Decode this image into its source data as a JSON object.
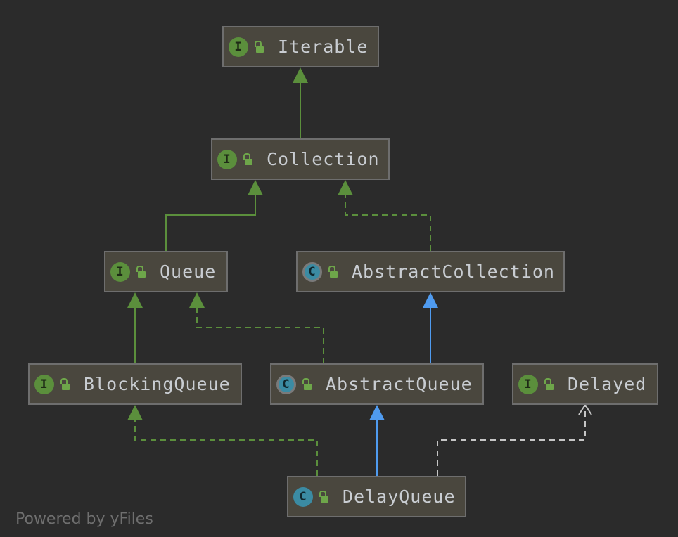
{
  "diagram": {
    "nodes": [
      {
        "id": "iterable",
        "label": "Iterable",
        "kind": "interface",
        "badge": "I"
      },
      {
        "id": "collection",
        "label": "Collection",
        "kind": "interface",
        "badge": "I"
      },
      {
        "id": "queue",
        "label": "Queue",
        "kind": "interface",
        "badge": "I"
      },
      {
        "id": "abstract-collection",
        "label": "AbstractCollection",
        "kind": "abstract-class",
        "badge": "C"
      },
      {
        "id": "blocking-queue",
        "label": "BlockingQueue",
        "kind": "interface",
        "badge": "I"
      },
      {
        "id": "abstract-queue",
        "label": "AbstractQueue",
        "kind": "abstract-class",
        "badge": "C"
      },
      {
        "id": "delayed",
        "label": "Delayed",
        "kind": "interface",
        "badge": "I"
      },
      {
        "id": "delay-queue",
        "label": "DelayQueue",
        "kind": "class",
        "badge": "C"
      }
    ],
    "edges": [
      {
        "from": "collection",
        "to": "iterable",
        "type": "extends-interface"
      },
      {
        "from": "queue",
        "to": "collection",
        "type": "extends-interface"
      },
      {
        "from": "abstract-collection",
        "to": "collection",
        "type": "implements"
      },
      {
        "from": "blocking-queue",
        "to": "queue",
        "type": "extends-interface"
      },
      {
        "from": "abstract-queue",
        "to": "queue",
        "type": "implements"
      },
      {
        "from": "abstract-queue",
        "to": "abstract-collection",
        "type": "extends-class"
      },
      {
        "from": "delay-queue",
        "to": "blocking-queue",
        "type": "implements"
      },
      {
        "from": "delay-queue",
        "to": "abstract-queue",
        "type": "extends-class"
      },
      {
        "from": "delay-queue",
        "to": "delayed",
        "type": "uses"
      }
    ],
    "colors": {
      "background": "#2b2b2b",
      "node_fill": "#4a473e",
      "node_border": "#6e6e6e",
      "interface_edge": "#5b8f3c",
      "class_edge": "#4f9bf0",
      "uses_edge": "#c6c6c6",
      "interface_badge": "#5b8f3c",
      "class_badge": "#3b8ba3",
      "label_text": "#c9cdd2"
    }
  },
  "footer": "Powered by yFiles"
}
